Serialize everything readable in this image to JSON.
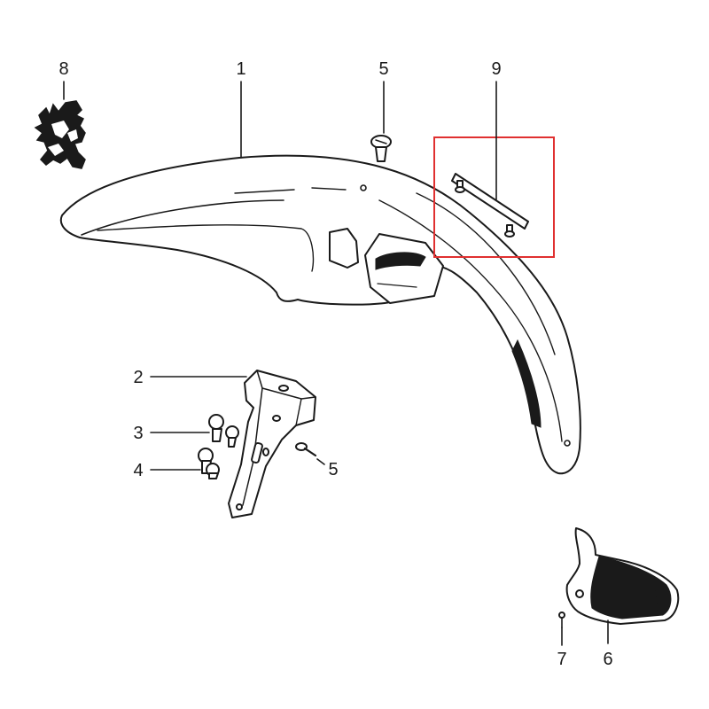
{
  "diagram": {
    "callouts": {
      "c1": "1",
      "c2": "2",
      "c3": "3",
      "c4": "4",
      "c5_top": "5",
      "c5_mid": "5",
      "c6": "6",
      "c7": "7",
      "c8": "8",
      "c9": "9"
    },
    "highlight_color": "#e03030",
    "line_color": "#1a1a1a",
    "background": "#ffffff"
  }
}
